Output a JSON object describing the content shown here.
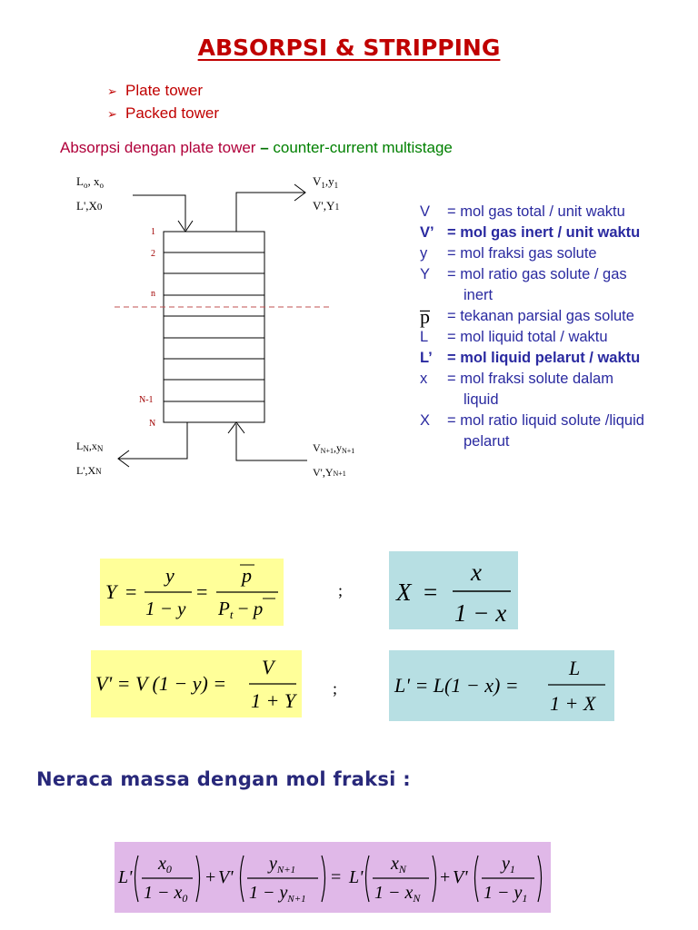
{
  "title": "ABSORPSI & STRIPPING",
  "bullets": [
    "Plate tower",
    "Packed tower"
  ],
  "bullet_icon": "arrow-bullet-icon",
  "subtitle": {
    "part1": "Absorpsi dengan plate tower ",
    "dash": "–",
    "part2": " counter-current multistage"
  },
  "diagram": {
    "top_left_line1": "L",
    "top_left_line1_sub": "o",
    "top_left_line1_rest": ", x",
    "top_left_line1_sub2": "o",
    "top_left_line2": "L',X",
    "top_left_line2_sub": "0",
    "top_right_line1": "V",
    "top_right_line1_sub": "1",
    "top_right_line1_rest": ",y",
    "top_right_line1_sub2": "1",
    "top_right_line2": "V',Y",
    "top_right_line2_sub": "1",
    "stage_1": "1",
    "stage_2": "2",
    "stage_n": "n",
    "stage_N1": "N-1",
    "stage_N": "N",
    "bottom_left_line1": "L",
    "bottom_left_line1_sub": "N",
    "bottom_left_line1_rest": ",x",
    "bottom_left_line1_sub2": "N",
    "bottom_left_line2": "L',X",
    "bottom_left_line2_sub": "N",
    "bottom_right_line1": "V",
    "bottom_right_line1_sub": "N+1",
    "bottom_right_line1_rest": ",y",
    "bottom_right_line1_sub2": "N+1",
    "bottom_right_line2": "V',Y",
    "bottom_right_line2_sub": "N+1"
  },
  "legend": [
    {
      "sym": "V",
      "eq": " = mol gas total / unit waktu",
      "bold": false,
      "cont": ""
    },
    {
      "sym": "V’",
      "eq": " = mol gas inert / unit waktu",
      "bold": true,
      "cont": ""
    },
    {
      "sym": "y",
      "eq": " = mol fraksi gas solute",
      "bold": false,
      "cont": ""
    },
    {
      "sym": "Y",
      "eq": " = mol ratio gas solute / gas",
      "bold": false,
      "cont": "inert"
    },
    {
      "sym": "p̅",
      "eq": " = tekanan parsial gas solute",
      "bold": false,
      "cont": ""
    },
    {
      "sym": "L",
      "eq": " = mol liquid total / waktu",
      "bold": false,
      "cont": ""
    },
    {
      "sym": "L’",
      "eq": " = mol liquid pelarut / waktu",
      "bold": true,
      "cont": ""
    },
    {
      "sym": "x",
      "eq": " = mol fraksi solute dalam",
      "bold": false,
      "cont": "liquid"
    },
    {
      "sym": "X",
      "eq": " = mol ratio liquid solute /liquid",
      "bold": false,
      "cont": "pelarut"
    }
  ],
  "formulas": {
    "semicolon": ";",
    "f1": {
      "Y": "Y",
      "eq": "=",
      "y": "y",
      "one_minus_y": "1 − y",
      "pbar": "p",
      "Pt": "P",
      "t": "t",
      "minus": " − ",
      "pbar2": "p"
    },
    "f2": {
      "X": "X",
      "eq": "=",
      "x": "x",
      "one_minus_x": "1 − x"
    },
    "f3": {
      "lhs": "V' = V (1 − y) =",
      "num": "V",
      "den": "1 + Y"
    },
    "f4": {
      "lhs": "L' = L(1 − x) =",
      "num": "L",
      "den": "1 + X"
    }
  },
  "heading2": "Neraca massa dengan mol fraksi :",
  "mass_balance": {
    "L1": "L'",
    "x0": "x",
    "x0s": "0",
    "den1a": "1 − x",
    "den1s": "0",
    "plus1": "+",
    "V1": "V'",
    "yN1": "y",
    "yN1s": "N+1",
    "den2a": "1 − y",
    "den2s": "N+1",
    "eq": "=",
    "L2": "L'",
    "xN": "x",
    "xNs": "N",
    "den3a": "1 − x",
    "den3s": "N",
    "plus2": "+",
    "V2": "V'",
    "y1": "y",
    "y1s": "1",
    "den4a": "1 − y",
    "den4s": "1"
  }
}
